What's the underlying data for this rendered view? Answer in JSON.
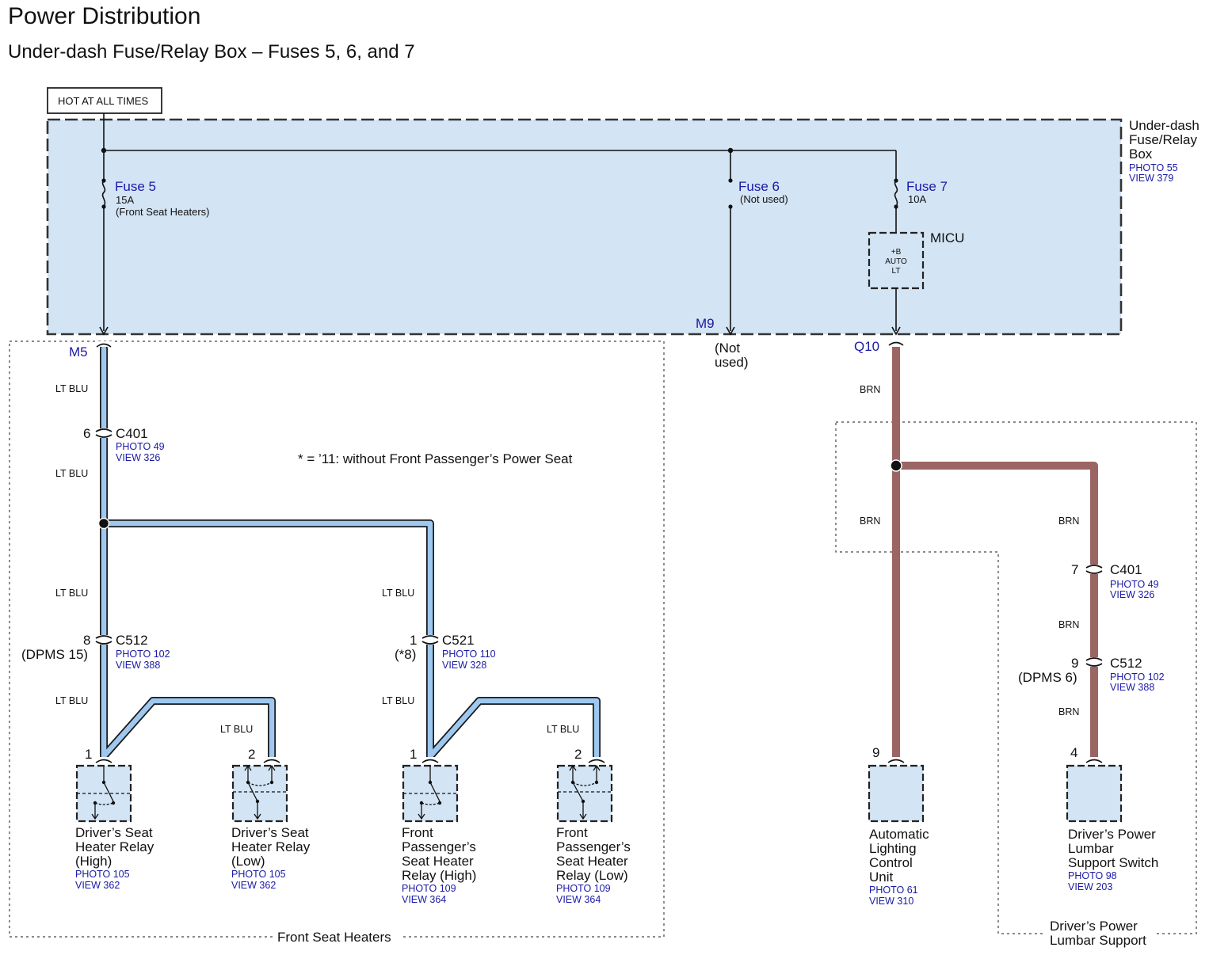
{
  "page": {
    "title": "Power Distribution",
    "subtitle": "Under-dash Fuse/Relay Box – Fuses 5, 6, and 7"
  },
  "hot_at_all_times": "HOT AT ALL TIMES",
  "fuse_box": {
    "name_lines": [
      "Under-dash",
      "Fuse/Relay",
      "Box"
    ],
    "photo": "PHOTO 55",
    "view": "VIEW 379"
  },
  "fuses": {
    "fuse5": {
      "name": "Fuse 5",
      "rating": "15A",
      "note": "(Front Seat Heaters)"
    },
    "fuse6": {
      "name": "Fuse 6",
      "note": "(Not used)"
    },
    "fuse7": {
      "name": "Fuse 7",
      "rating": "10A"
    }
  },
  "micu": {
    "name": "MICU",
    "lines": [
      "+B",
      "AUTO",
      "LT"
    ]
  },
  "terminals": {
    "m5": "M5",
    "m9": "M9",
    "q10": "Q10",
    "not_used_lines": [
      "(Not",
      "used)"
    ]
  },
  "wire_colors": {
    "lt_blu": "LT BLU",
    "brn": "BRN"
  },
  "connectors": {
    "c401_a": {
      "pin": "6",
      "name": "C401",
      "photo": "PHOTO 49",
      "view": "VIEW 326"
    },
    "c512_a": {
      "pin": "8",
      "name": "C512",
      "extra": "(DPMS 15)",
      "photo": "PHOTO 102",
      "view": "VIEW 388"
    },
    "c521": {
      "pin": "1",
      "name": "C521",
      "extra": "(*8)",
      "photo": "PHOTO 110",
      "view": "VIEW 328"
    },
    "c401_b": {
      "pin": "7",
      "name": "C401",
      "photo": "PHOTO 49",
      "view": "VIEW 326"
    },
    "c512_b": {
      "pin": "9",
      "name": "C512",
      "extra": "(DPMS 6)",
      "photo": "PHOTO 102",
      "view": "VIEW 388"
    }
  },
  "footnote": "* =  ’11: without Front Passenger’s Power Seat",
  "components": {
    "driver_high": {
      "pin": "1",
      "lines": [
        "Driver’s Seat",
        "Heater Relay",
        "(High)"
      ],
      "photo": "PHOTO 105",
      "view": "VIEW 362"
    },
    "driver_low": {
      "pin": "2",
      "lines": [
        "Driver’s Seat",
        "Heater Relay",
        "(Low)"
      ],
      "photo": "PHOTO 105",
      "view": "VIEW 362"
    },
    "pass_high": {
      "pin": "1",
      "lines": [
        "Front",
        "Passenger’s",
        "Seat Heater",
        "Relay (High)"
      ],
      "photo": "PHOTO 109",
      "view": "VIEW 364"
    },
    "pass_low": {
      "pin": "2",
      "lines": [
        "Front",
        "Passenger’s",
        "Seat Heater",
        "Relay (Low)"
      ],
      "photo": "PHOTO 109",
      "view": "VIEW 364"
    },
    "alcu": {
      "pin": "9",
      "lines": [
        "Automatic",
        "Lighting",
        "Control",
        "Unit"
      ],
      "photo": "PHOTO 61",
      "view": "VIEW 310"
    },
    "lumbar_switch": {
      "pin": "4",
      "lines": [
        "Driver’s Power",
        "Lumbar",
        "Support Switch"
      ],
      "photo": "PHOTO 98",
      "view": "VIEW 203"
    }
  },
  "groups": {
    "front_seat_heaters": "Front Seat Heaters",
    "lumbar_support_lines": [
      "Driver’s Power",
      "Lumbar Support"
    ]
  },
  "colors": {
    "box_fill": "#d3e4f4",
    "lt_blu_wire": "#9ec8ef",
    "brn_wire": "#9a6563",
    "ref_text": "#1a1aa6"
  }
}
